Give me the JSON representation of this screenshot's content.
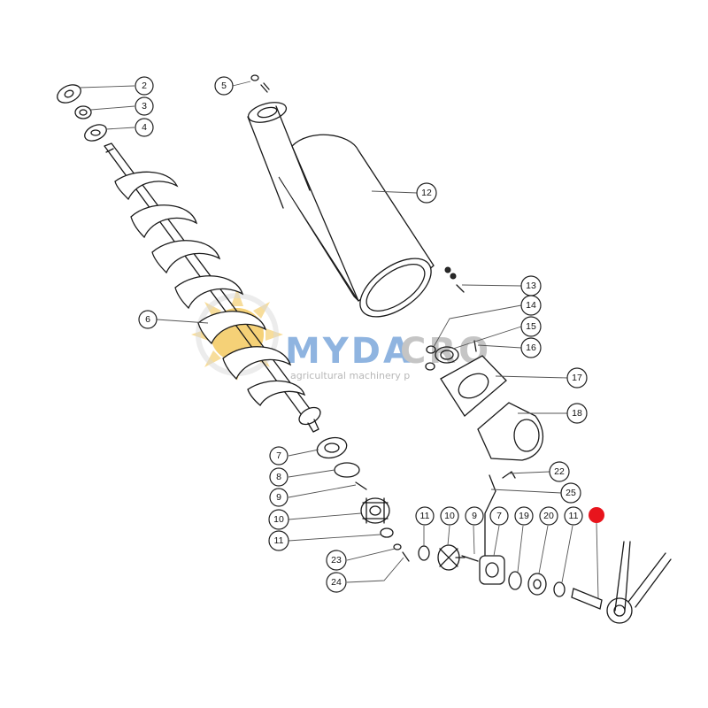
{
  "watermark": {
    "brand_a": "MYDA",
    "brand_b": "CRO",
    "tagline": "agricultural machinery p",
    "color_brand_a": "#8fb4e0",
    "color_brand_b": "#c5c5c5",
    "color_sun": "#f2c24a"
  },
  "marker": {
    "color": "#e8141c"
  },
  "callouts": [
    {
      "label": "2"
    },
    {
      "label": "3"
    },
    {
      "label": "4"
    },
    {
      "label": "5"
    },
    {
      "label": "6"
    },
    {
      "label": "12"
    },
    {
      "label": "13"
    },
    {
      "label": "14"
    },
    {
      "label": "15"
    },
    {
      "label": "16"
    },
    {
      "label": "17"
    },
    {
      "label": "18"
    },
    {
      "label": "22"
    },
    {
      "label": "25"
    },
    {
      "label": "7"
    },
    {
      "label": "8"
    },
    {
      "label": "9"
    },
    {
      "label": "10"
    },
    {
      "label": "11"
    },
    {
      "label": "23"
    },
    {
      "label": "24"
    },
    {
      "label": "11"
    },
    {
      "label": "10"
    },
    {
      "label": "9"
    },
    {
      "label": "7"
    },
    {
      "label": "19"
    },
    {
      "label": "20"
    },
    {
      "label": "11"
    }
  ]
}
